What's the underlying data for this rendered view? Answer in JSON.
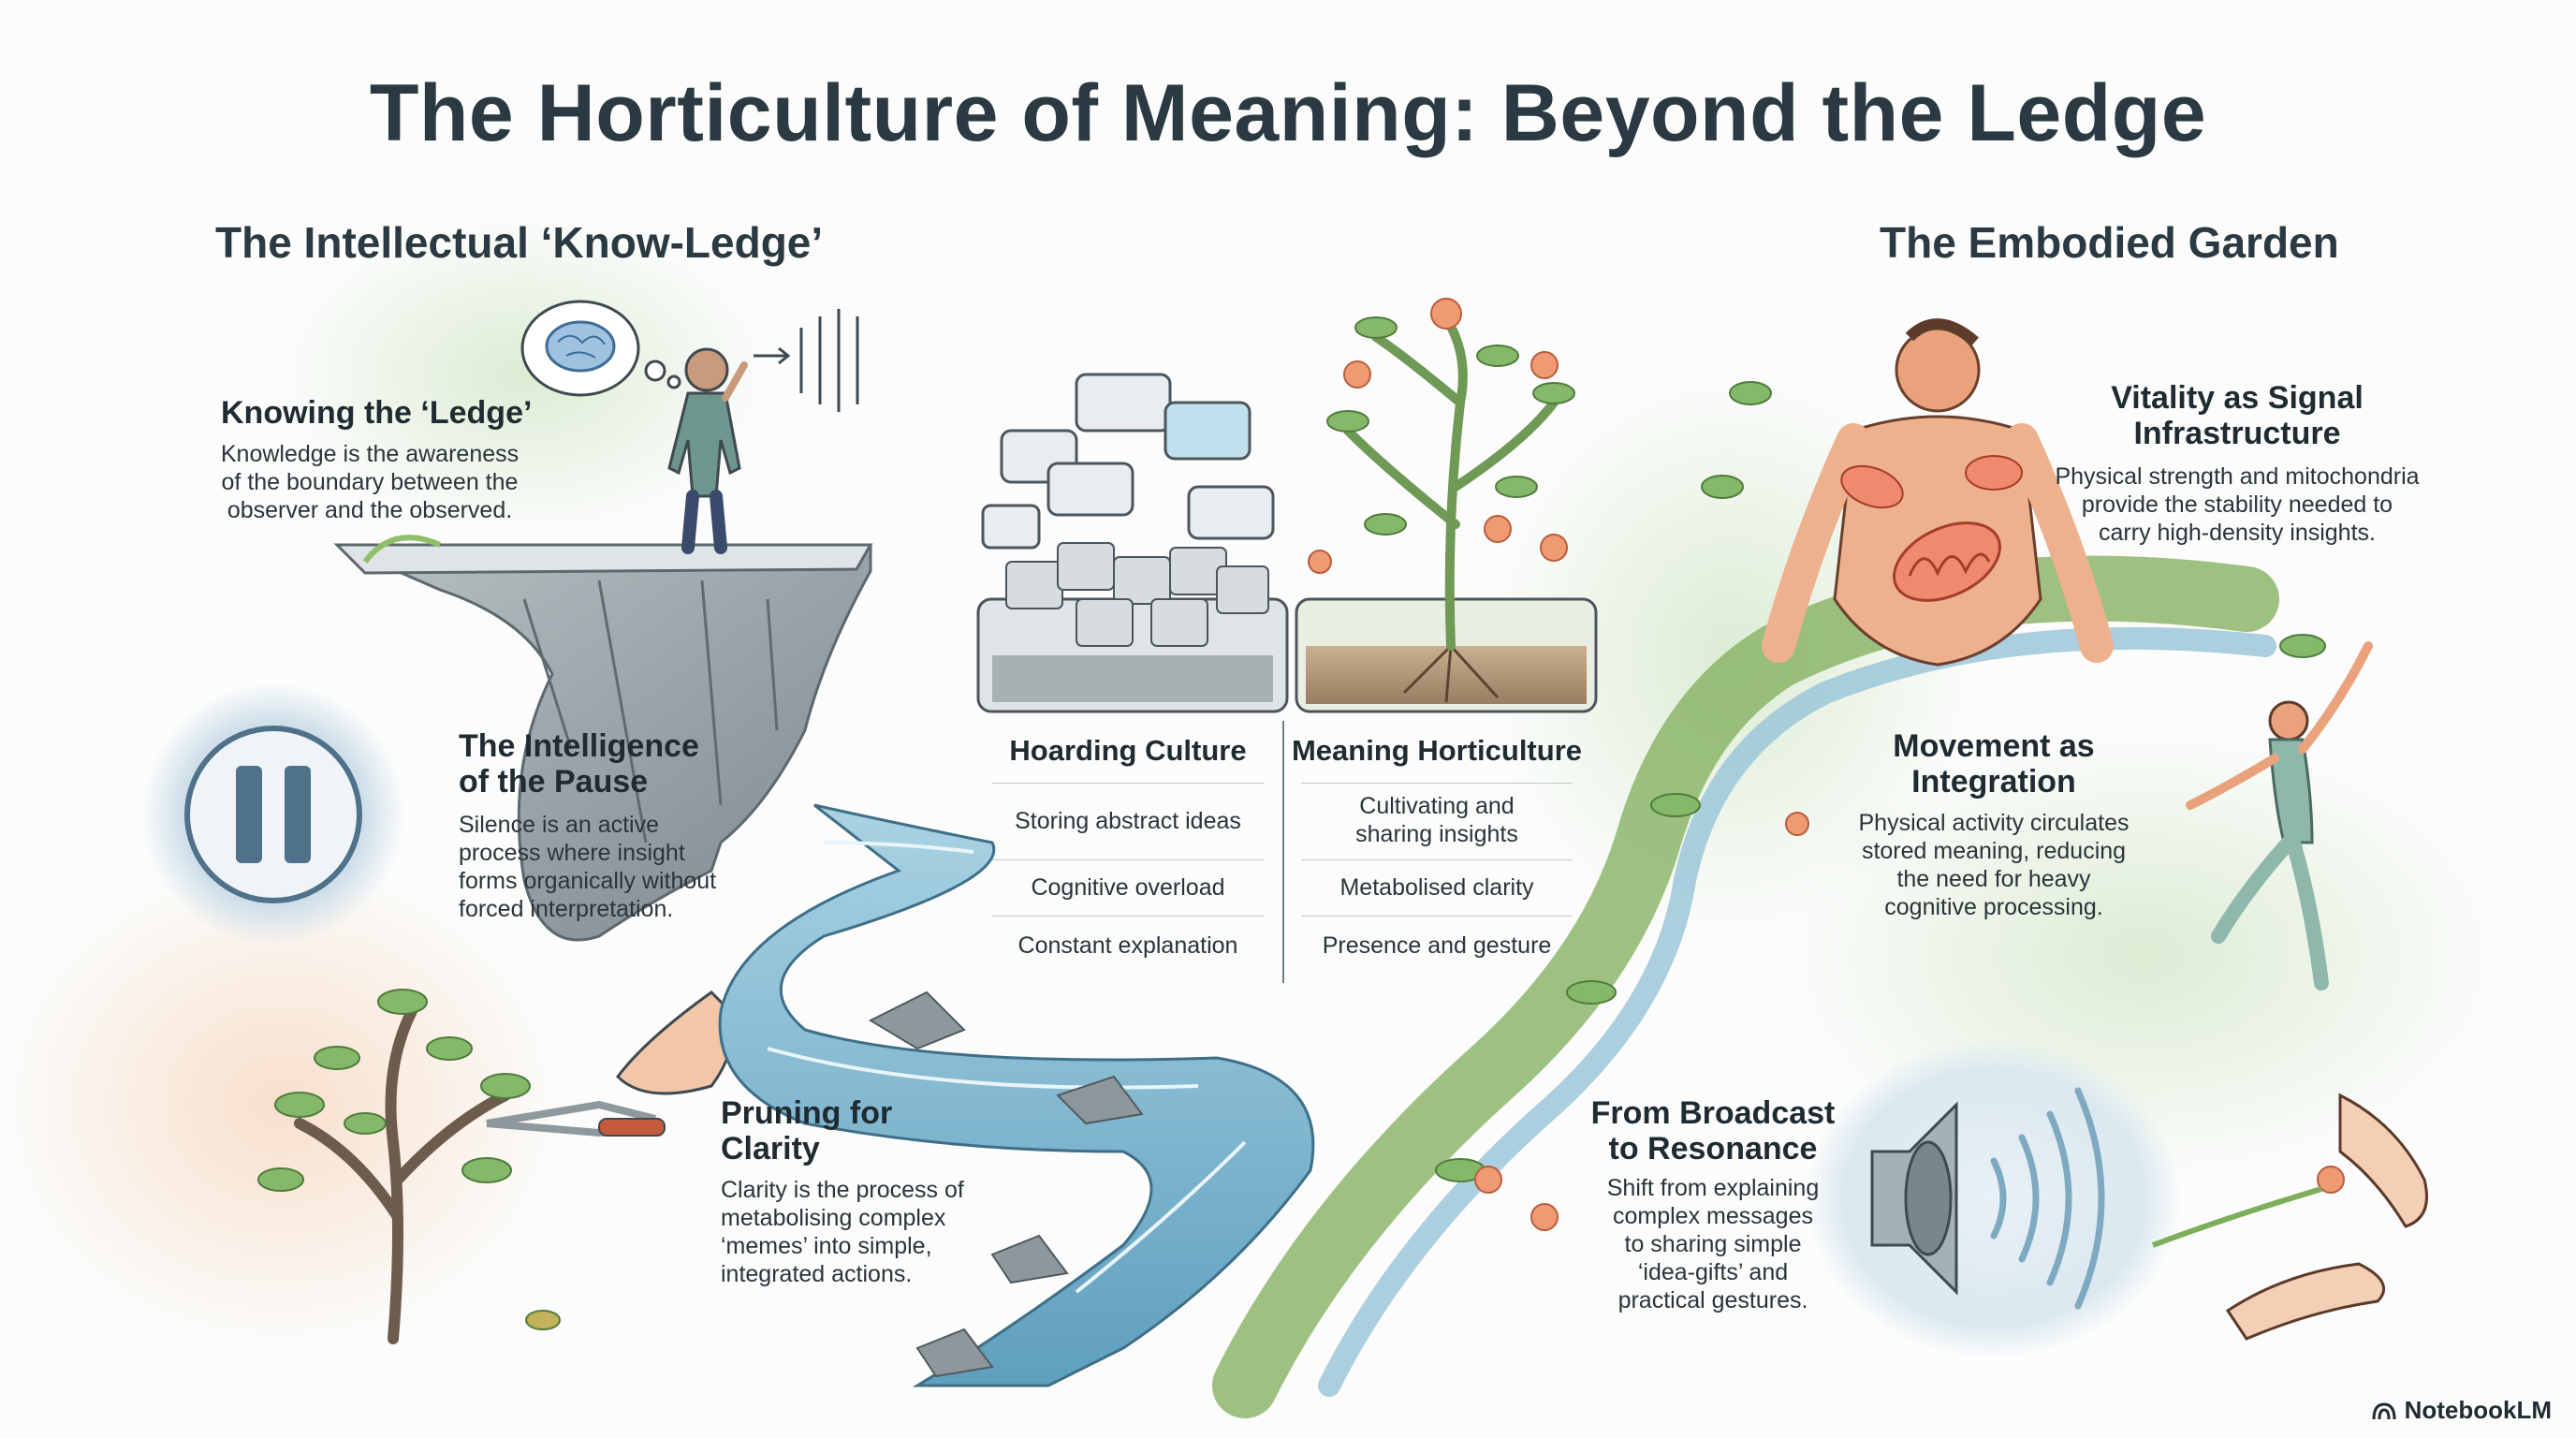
{
  "title": "The Horticulture of Meaning: Beyond the Ledge",
  "left_heading": "The Intellectual ‘Know-Ledge’",
  "right_heading": "The Embodied Garden",
  "sections": {
    "knowing": {
      "title": "Knowing the ‘Ledge’",
      "body": [
        "Knowledge is the awareness",
        "of the boundary between the",
        "observer and the observed."
      ]
    },
    "pause": {
      "title": [
        "The Intelligence",
        "of the Pause"
      ],
      "body": [
        "Silence is an active",
        "process where insight",
        "forms organically without",
        "forced interpretation."
      ]
    },
    "pruning": {
      "title": [
        "Pruning for",
        "Clarity"
      ],
      "body": [
        "Clarity is the process of",
        "metabolising complex",
        "‘memes’ into simple,",
        "integrated actions."
      ]
    },
    "vitality": {
      "title": [
        "Vitality as Signal",
        "Infrastructure"
      ],
      "body": [
        "Physical strength and mitochondria",
        "provide the stability needed to",
        "carry high-density insights."
      ]
    },
    "movement": {
      "title": [
        "Movement as",
        "Integration"
      ],
      "body": [
        "Physical activity circulates",
        "stored meaning, reducing",
        "the need for heavy",
        "cognitive processing."
      ]
    },
    "broadcast": {
      "title": [
        "From Broadcast",
        "to Resonance"
      ],
      "body": [
        "Shift from explaining",
        "complex messages",
        "to sharing simple",
        "‘idea-gifts’ and",
        "practical gestures."
      ]
    }
  },
  "comparison": {
    "left_header": "Hoarding Culture",
    "right_header": "Meaning Horticulture",
    "rows": [
      {
        "left": "Storing abstract ideas",
        "right": [
          "Cultivating and",
          "sharing insights"
        ]
      },
      {
        "left": "Cognitive overload",
        "right": [
          "Metabolised clarity"
        ]
      },
      {
        "left": "Constant explanation",
        "right": [
          "Presence and gesture"
        ]
      }
    ]
  },
  "brand": "NotebookLM",
  "icons": [
    "brain-icon",
    "thought-bubble-icon",
    "pause-icon",
    "pruning-shears-icon",
    "speaker-icon",
    "chat-bubble-icon",
    "flower-icon",
    "mitochondria-icon"
  ],
  "colors": {
    "title": "#2b3a42",
    "river": "#7fb6cf",
    "greenery": "#7fae5a",
    "flower": "#ef9a72",
    "skin": "#e9a27c",
    "pause_ring": "#4f7189"
  }
}
